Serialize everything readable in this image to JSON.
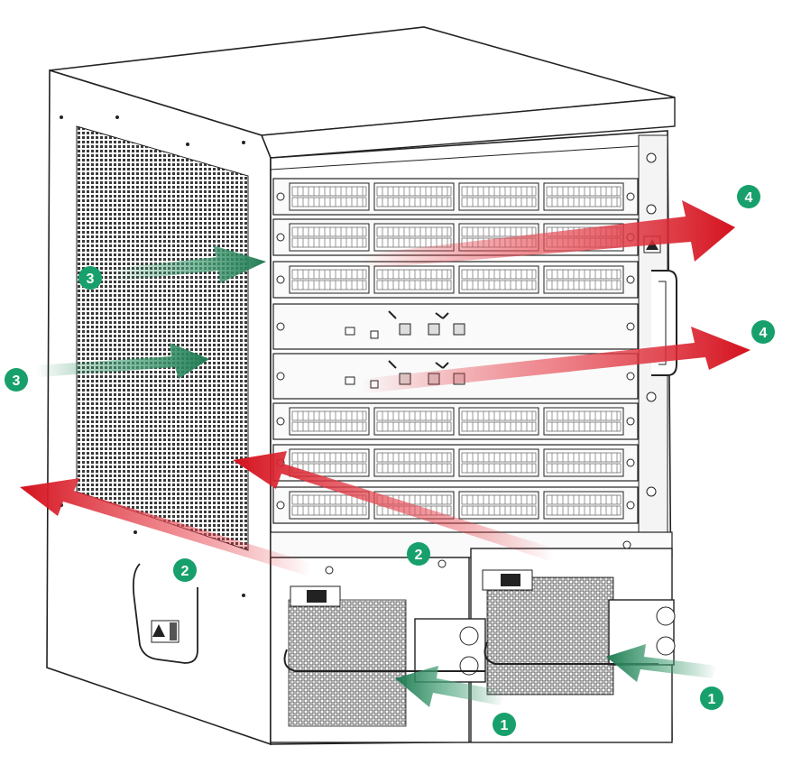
{
  "callouts": {
    "c1a": "1",
    "c1b": "1",
    "c2a": "2",
    "c2b": "2",
    "c3a": "3",
    "c3b": "3",
    "c4a": "4",
    "c4b": "4"
  },
  "colors": {
    "intake_green": "#2f8f62",
    "exhaust_red": "#e0202a",
    "callout_badge": "#17a06b",
    "outline": "#222222"
  },
  "icons": [
    "green-intake-arrow",
    "red-exhaust-arrow",
    "numbered-callout-badge",
    "warning-label-icon",
    "carry-handle"
  ]
}
